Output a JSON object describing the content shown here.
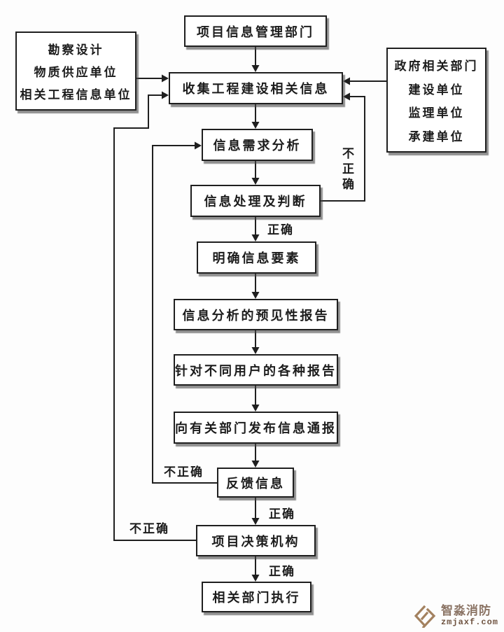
{
  "nodes": {
    "top": {
      "label": "项目信息管理部门"
    },
    "left_sources": {
      "lines": [
        "勘察设计",
        "物质供应单位",
        "相关工程信息单位"
      ]
    },
    "right_sources": {
      "lines": [
        "政府相关部门",
        "建设单位",
        "监理单位",
        "承建单位"
      ]
    },
    "collect": {
      "label": "收集工程建设相关信息"
    },
    "demand": {
      "label": "信息需求分析"
    },
    "process": {
      "label": "信息处理及判断"
    },
    "clarify": {
      "label": "明确信息要素"
    },
    "forecast_report": {
      "label": "信息分析的预见性报告"
    },
    "user_reports": {
      "label": "针对不同用户的各种报告"
    },
    "notify": {
      "label": "向有关部门发布信息通报"
    },
    "feedback": {
      "label": "反馈信息"
    },
    "decision": {
      "label": "项目决策机构"
    },
    "execute": {
      "label": "相关部门执行"
    }
  },
  "labels": {
    "correct": "正确",
    "incorrect": "不正确"
  },
  "watermark": {
    "brand": "智淼消防",
    "domain": "zmjaxf.com"
  },
  "colors": {
    "line": "#1f1f1f",
    "box_border": "#1f1f1f",
    "brand_text": "#8b7465",
    "brand_icon": "#a3815f"
  }
}
